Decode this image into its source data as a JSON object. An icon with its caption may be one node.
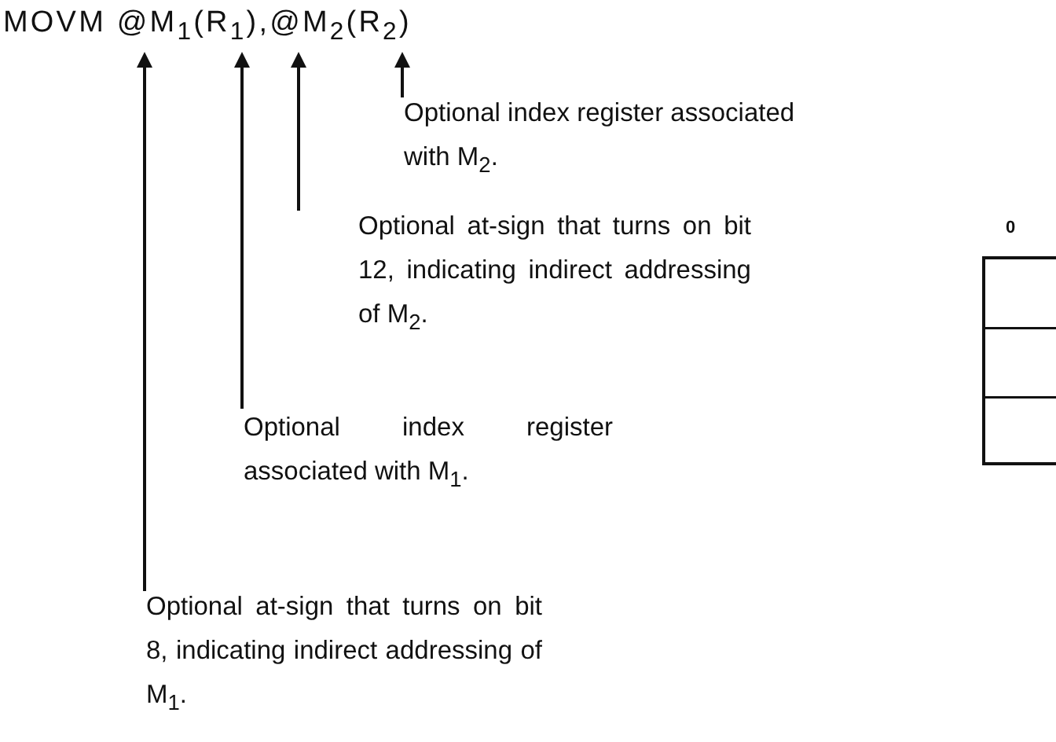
{
  "diagram": {
    "nodes": [
      {
        "text": [
          "MOVM @M$_{1}$(R$_{1}$),@M$_{2}$(R$_{2}$)"
        ]
      },
      {
        "text": [
          "Optional index register associated with M$_{2}$."
        ]
      },
      {
        "text": [
          "Optional at-sign that turns on bit 12, indicating indirect addressing of M$_{2}$."
        ]
      },
      {
        "text": [
          "Optional index register associated with M$_{1}$."
        ]
      },
      {
        "text": [
          "Optional at-sign that turns on bit 8, indicating indirect addressing of M$_{1}$."
        ]
      },
      {
        "text": [],
        "shape": "box"
      }
    ],
    "edges": [
      {
        "from": 1,
        "to": 0,
        "arrow": "to"
      },
      {
        "from": 2,
        "to": 0,
        "arrow": "to"
      },
      {
        "from": 3,
        "to": 0,
        "arrow": "to"
      },
      {
        "from": 4,
        "to": 0,
        "arrow": "to"
      }
    ],
    "labels": [
      "0"
    ]
  }
}
